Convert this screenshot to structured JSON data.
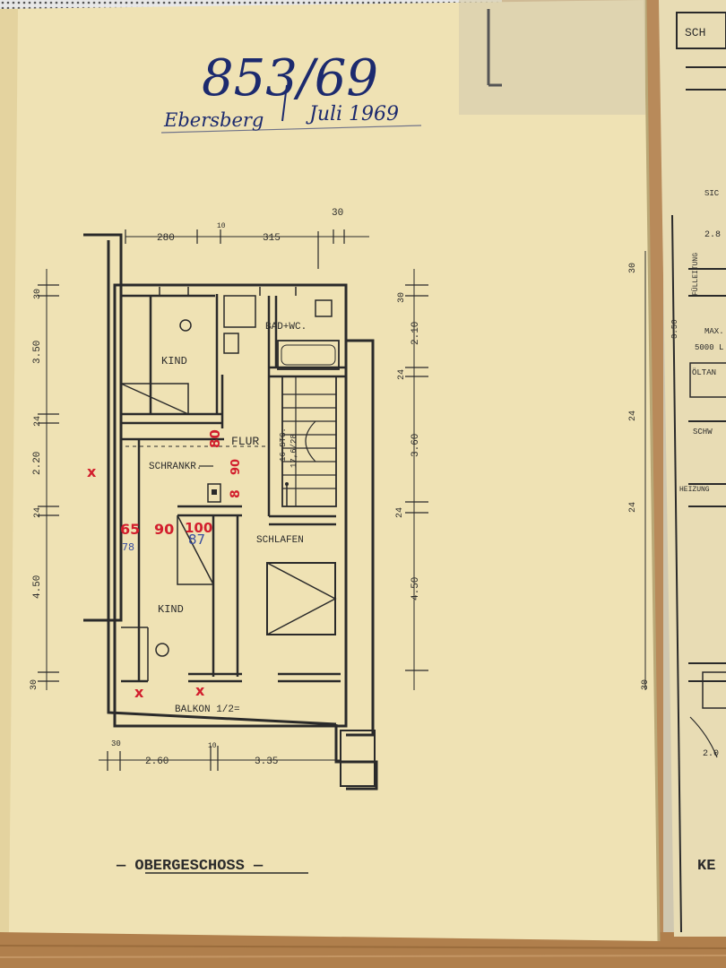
{
  "handwriting": {
    "file_number": "853/69",
    "place": "Ebersberg",
    "date": "Juli 1969"
  },
  "plan": {
    "floor_title": "— OBERGESCHOSS —",
    "rooms": {
      "bad_wc": "BAD+WC.",
      "kind_top": "KIND",
      "flur": "FLUR",
      "schrank": "SCHRANKR.",
      "schlafen": "SCHLAFEN",
      "kind_bottom": "KIND",
      "balkon": "BALKON 1/2=",
      "stairs_1": "16 STG.",
      "stairs_2": "17,6/28"
    },
    "dims_top": [
      "280",
      "10",
      "315",
      "30"
    ],
    "dims_bottom": [
      "30",
      "2.60",
      "10",
      "3.35"
    ],
    "dims_left": [
      "30",
      "3.50",
      "24",
      "2.20",
      "24",
      "4.50",
      "30"
    ],
    "dims_right": [
      "30",
      "2.10",
      "24",
      "3.60",
      "24",
      "4.50"
    ],
    "annotations_red": [
      "80",
      "90",
      "8",
      "65",
      "90",
      "100",
      "x",
      "x",
      "x"
    ],
    "annotations_blue": [
      "87",
      "78"
    ]
  },
  "next_sheet": {
    "labels": [
      "SCH",
      "SIC",
      "2.8",
      "MAX.",
      "5000 L",
      "ÖLTAN",
      "SCHW",
      "HEIZUNG",
      "2.0",
      "KE"
    ],
    "vertical": [
      "FÜLLEITUNG",
      "30",
      "3.50",
      "24",
      "24",
      "30"
    ]
  },
  "colors": {
    "paper": "#efe2b4",
    "ink": "#2a2a2a",
    "red_ink": "#d21e2d",
    "blue_ink": "#1c2a6e",
    "table": "#b88a5a"
  }
}
